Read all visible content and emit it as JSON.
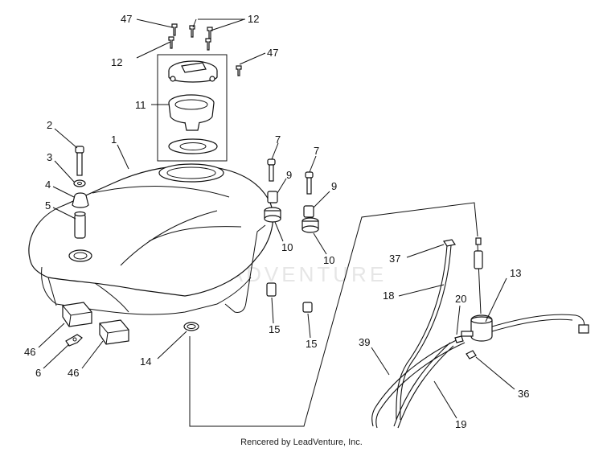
{
  "watermark": "LEADVENTURE",
  "footer": "Rencered by LeadVenture, Inc.",
  "callouts": [
    "47",
    "12",
    "12",
    "47",
    "11",
    "2",
    "1",
    "3",
    "4",
    "5",
    "7",
    "7",
    "9",
    "9",
    "10",
    "10",
    "37",
    "18",
    "13",
    "20",
    "15",
    "15",
    "39",
    "36",
    "19",
    "14",
    "46",
    "6",
    "46"
  ]
}
